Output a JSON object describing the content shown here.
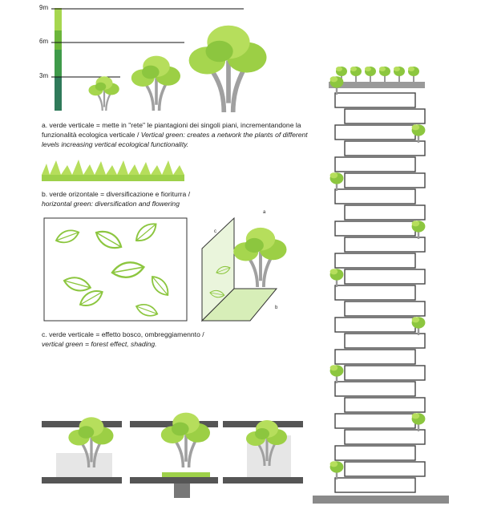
{
  "scale": {
    "labels": [
      "9m",
      "6m",
      "3m"
    ]
  },
  "section_a": {
    "caption_it": "a. verde verticale = mette in \"rete\" le piantagioni dei singoli piani, incrementandone la funzionalità ecologica verticale /",
    "caption_en": "Vertical green: creates a network the plants of different levels increasing vertical ecological functionality."
  },
  "section_b": {
    "caption_it": "b. verde orizontale = diversificazione e fioriturra /",
    "caption_en": "horizontal green: diversification and flowering"
  },
  "section_c": {
    "caption_it": "c. verde verticale = effetto bosco, ombreggiamennto /",
    "caption_en": "vertical green = forest effect, shading."
  },
  "axon_labels": {
    "a": "a",
    "b": "b",
    "c": "c"
  },
  "colors": {
    "green_light": "#9ed14a",
    "green_mid": "#6bb53a",
    "green_dark": "#2f7a4a",
    "gray_dark": "#555555",
    "gray_light": "#cfcfcf"
  }
}
